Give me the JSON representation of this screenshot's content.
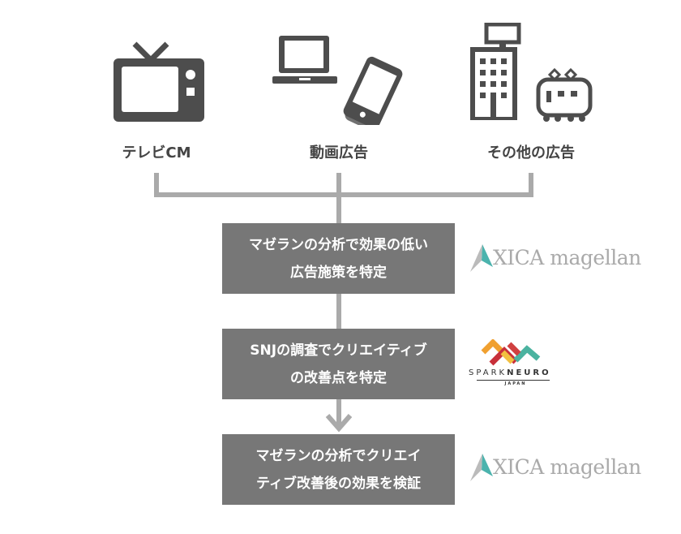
{
  "sources": [
    {
      "icon": "tv-icon",
      "label": "テレビCM"
    },
    {
      "icon": "laptop-smartphone-icon",
      "label": "動画広告"
    },
    {
      "icon": "building-train-icon",
      "label": "その他の広告"
    }
  ],
  "steps": [
    {
      "lines": [
        "マゼランの分析で効果の低い",
        "広告施策を特定"
      ],
      "logo": "XICA magellan"
    },
    {
      "lines": [
        "SNJの調査でクリエイティブ",
        "の改善点を特定"
      ],
      "logo": "SPARK NEURO JAPAN"
    },
    {
      "lines": [
        "マゼランの分析でクリエイ",
        "ティブ改善後の効果を検証"
      ],
      "logo": "XICA magellan"
    }
  ],
  "logos": {
    "xica": "XICA magellan",
    "spark": {
      "spark": "SPARK",
      "neuro": "NEURO",
      "japan": "JAPAN"
    }
  },
  "colors": {
    "icon": "#4d4d4d",
    "box": "#777777",
    "connector": "#aaaaaa",
    "teal": "#4bb3ad"
  }
}
